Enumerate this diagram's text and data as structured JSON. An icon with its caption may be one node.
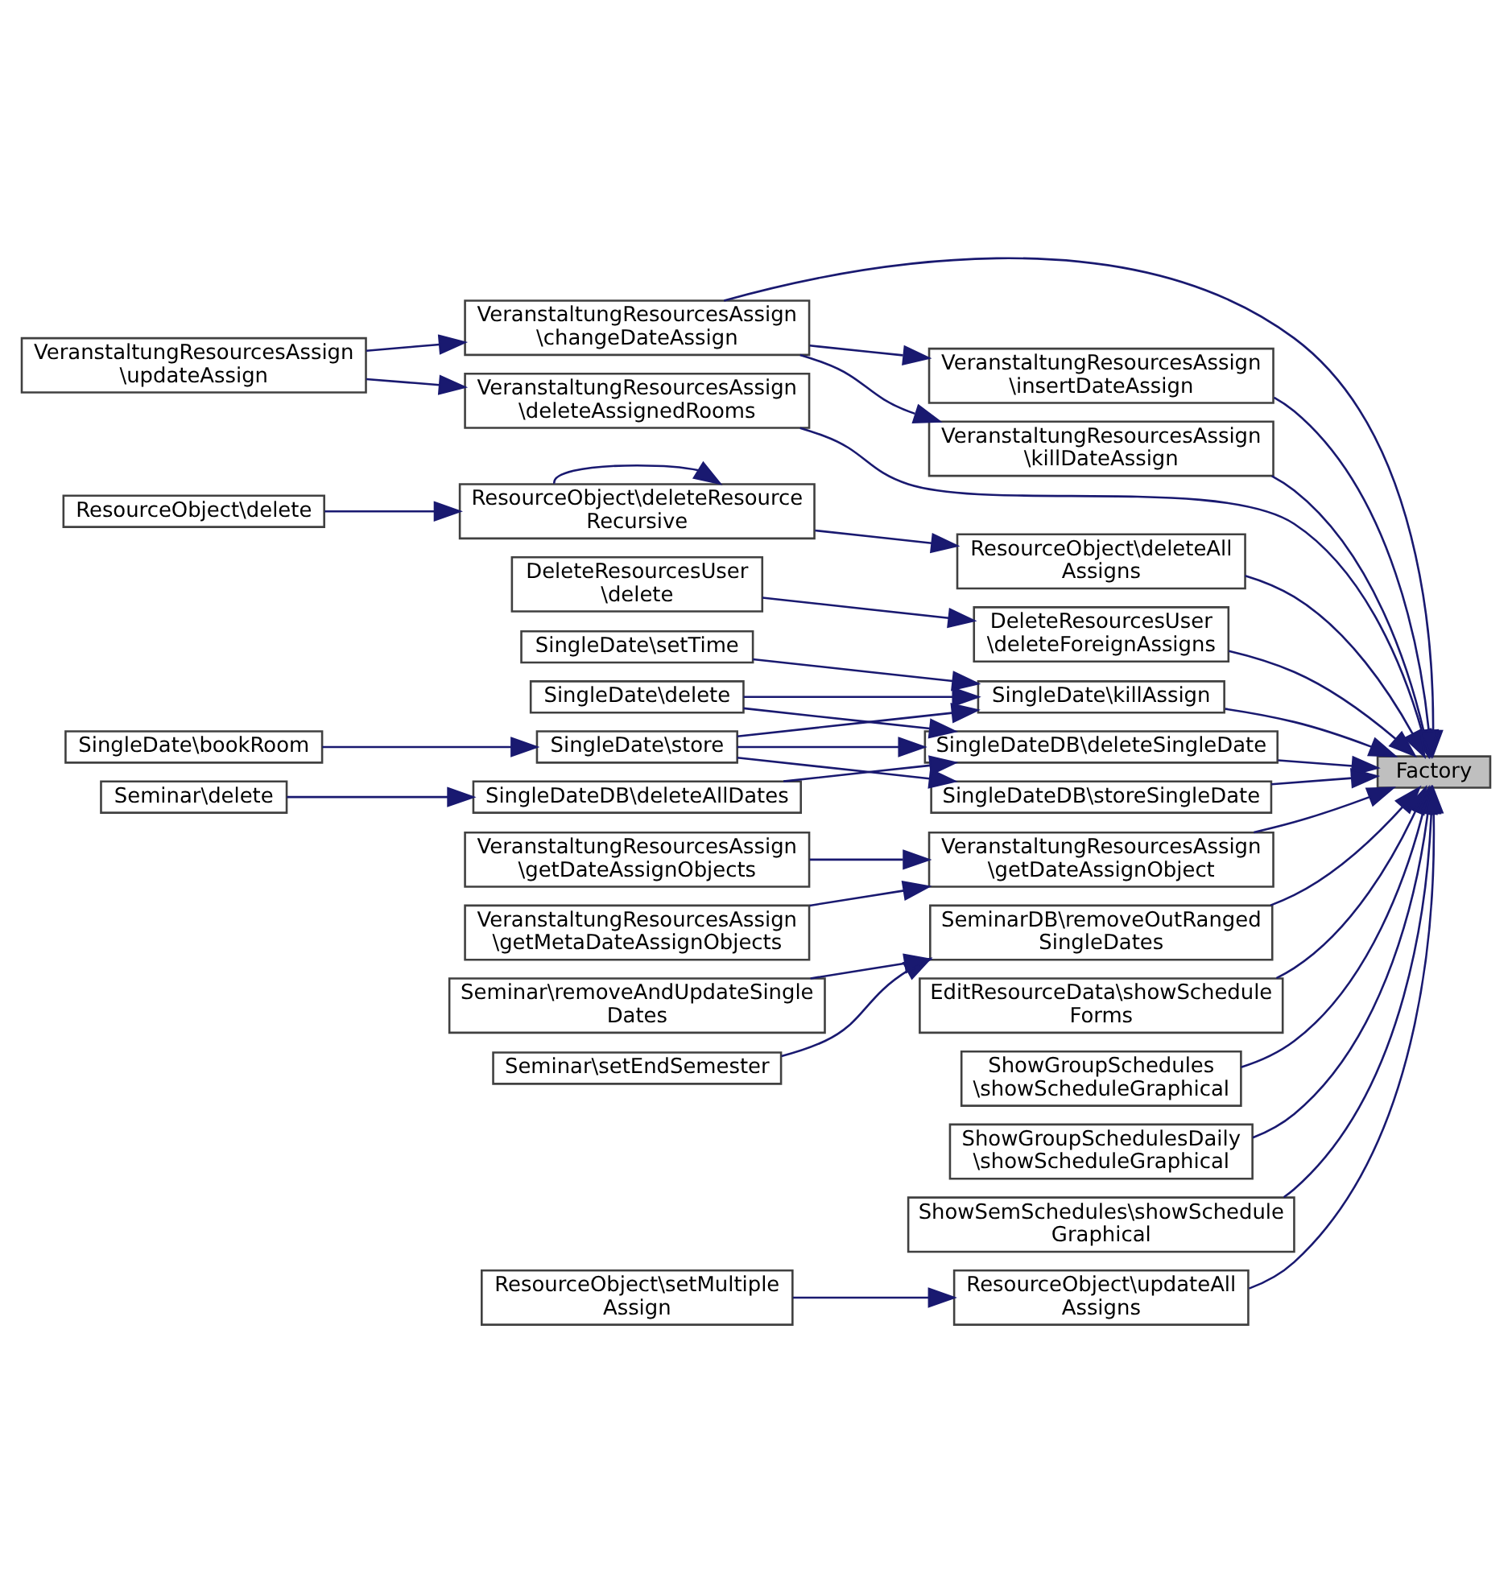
{
  "diagram": {
    "nodes": [
      {
        "text": [
          "VeranstaltungResourcesAssign \\deleteAssignedRooms"
        ]
      },
      {
        "text": [
          "VeranstaltungResourcesAssign \\updateAssign"
        ]
      },
      {
        "text": [
          "VeranstaltungResourcesAssign \\killDateAssign"
        ]
      },
      {
        "text": [
          "VeranstaltungResourcesAssign \\changeDateAssign"
        ]
      },
      {
        "text": [
          "VeranstaltungResourcesAssign \\insertDateAssign"
        ]
      },
      {
        "text": [
          "ResourceObject\\delete"
        ]
      },
      {
        "text": [
          "ResourceObject\\deleteResource Recursive"
        ]
      },
      {
        "text": [
          "ResourceObject\\deleteAll Assigns"
        ]
      },
      {
        "text": [
          "DeleteResourcesUser \\delete"
        ]
      },
      {
        "text": [
          "DeleteResourcesUser \\deleteForeignAssigns"
        ]
      },
      {
        "text": [
          "SingleDate\\setTime"
        ]
      },
      {
        "text": [
          "SingleDate\\delete"
        ]
      },
      {
        "text": [
          "SingleDate\\killAssign"
        ]
      },
      {
        "text": [
          "SingleDate\\bookRoom"
        ]
      },
      {
        "text": [
          "SingleDate\\store"
        ]
      },
      {
        "text": [
          "SingleDateDB\\deleteSingleDate"
        ]
      },
      {
        "text": [
          "Factory"
        ]
      },
      {
        "text": [
          "Seminar\\delete"
        ]
      },
      {
        "text": [
          "SingleDateDB\\deleteAllDates"
        ]
      },
      {
        "text": [
          "SingleDateDB\\storeSingleDate"
        ]
      },
      {
        "text": [
          "VeranstaltungResourcesAssign \\getMetaDateAssignObjects"
        ]
      },
      {
        "text": [
          "VeranstaltungResourcesAssign \\getDateAssignObject"
        ]
      },
      {
        "text": [
          "VeranstaltungResourcesAssign \\getDateAssignObjects"
        ]
      },
      {
        "text": [
          "SeminarDB\\removeOutRanged SingleDates"
        ]
      },
      {
        "text": [
          "Seminar\\setEndSemester"
        ]
      },
      {
        "text": [
          "EditResourceData\\showSchedule Forms"
        ]
      },
      {
        "text": [
          "Seminar\\removeAndUpdateSingle Dates"
        ]
      },
      {
        "text": [
          "ShowGroupSchedules \\showScheduleGraphical"
        ]
      },
      {
        "text": [
          "ShowGroupSchedulesDaily \\showScheduleGraphical"
        ]
      },
      {
        "text": [
          "ShowSemSchedules\\showSchedule Graphical"
        ]
      },
      {
        "text": [
          "ResourceObject\\setMultiple Assign"
        ]
      },
      {
        "text": [
          "ResourceObject\\updateAll Assigns"
        ]
      }
    ],
    "edges": [
      {
        "from": 1,
        "to": 0,
        "arrow": "to"
      },
      {
        "from": 1,
        "to": 3,
        "arrow": "to"
      },
      {
        "from": 0,
        "to": 16,
        "arrow": "to"
      },
      {
        "from": 3,
        "to": 2,
        "arrow": "to"
      },
      {
        "from": 3,
        "to": 4,
        "arrow": "to"
      },
      {
        "from": 3,
        "to": 16,
        "arrow": "to"
      },
      {
        "from": 2,
        "to": 16,
        "arrow": "to"
      },
      {
        "from": 4,
        "to": 16,
        "arrow": "to"
      },
      {
        "from": 5,
        "to": 6,
        "arrow": "to"
      },
      {
        "from": 6,
        "to": 6,
        "arrow": "to"
      },
      {
        "from": 6,
        "to": 7,
        "arrow": "to"
      },
      {
        "from": 7,
        "to": 16,
        "arrow": "to"
      },
      {
        "from": 8,
        "to": 9,
        "arrow": "to"
      },
      {
        "from": 9,
        "to": 16,
        "arrow": "to"
      },
      {
        "from": 10,
        "to": 12,
        "arrow": "to"
      },
      {
        "from": 11,
        "to": 12,
        "arrow": "to"
      },
      {
        "from": 11,
        "to": 15,
        "arrow": "to"
      },
      {
        "from": 14,
        "to": 12,
        "arrow": "to"
      },
      {
        "from": 14,
        "to": 15,
        "arrow": "to"
      },
      {
        "from": 14,
        "to": 19,
        "arrow": "to"
      },
      {
        "from": 13,
        "to": 14,
        "arrow": "to"
      },
      {
        "from": 17,
        "to": 18,
        "arrow": "to"
      },
      {
        "from": 18,
        "to": 15,
        "arrow": "to"
      },
      {
        "from": 12,
        "to": 16,
        "arrow": "to"
      },
      {
        "from": 15,
        "to": 16,
        "arrow": "to"
      },
      {
        "from": 19,
        "to": 16,
        "arrow": "to"
      },
      {
        "from": 20,
        "to": 21,
        "arrow": "to"
      },
      {
        "from": 22,
        "to": 21,
        "arrow": "to"
      },
      {
        "from": 21,
        "to": 16,
        "arrow": "to"
      },
      {
        "from": 24,
        "to": 23,
        "arrow": "to"
      },
      {
        "from": 26,
        "to": 23,
        "arrow": "to"
      },
      {
        "from": 23,
        "to": 16,
        "arrow": "to"
      },
      {
        "from": 25,
        "to": 16,
        "arrow": "to"
      },
      {
        "from": 27,
        "to": 16,
        "arrow": "to"
      },
      {
        "from": 28,
        "to": 16,
        "arrow": "to"
      },
      {
        "from": 29,
        "to": 16,
        "arrow": "to"
      },
      {
        "from": 30,
        "to": 31,
        "arrow": "to"
      },
      {
        "from": 31,
        "to": 16,
        "arrow": "to"
      }
    ]
  }
}
